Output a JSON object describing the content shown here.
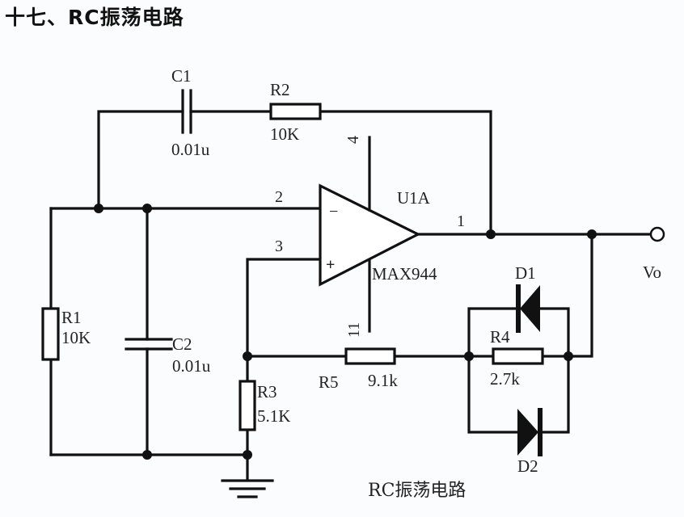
{
  "title": "十七、RC振荡电路",
  "caption": "RC振荡电路",
  "opamp": {
    "ref": "U1A",
    "part": "MAX944",
    "pin_inv": "2",
    "pin_noninv": "3",
    "pin_out": "1",
    "pin_vplus": "4",
    "pin_vminus": "11",
    "sign_minus": "−",
    "sign_plus": "+"
  },
  "components": {
    "c1": {
      "ref": "C1",
      "value": "0.01u"
    },
    "r2": {
      "ref": "R2",
      "value": "10K"
    },
    "r1": {
      "ref": "R1",
      "value": "10K"
    },
    "c2": {
      "ref": "C2",
      "value": "0.01u"
    },
    "r3": {
      "ref": "R3",
      "value": "5.1K"
    },
    "r5": {
      "ref": "R5",
      "value": "9.1k"
    },
    "r4": {
      "ref": "R4",
      "value": "2.7k"
    },
    "d1": {
      "ref": "D1"
    },
    "d2": {
      "ref": "D2"
    }
  },
  "output": {
    "label": "Vo"
  }
}
